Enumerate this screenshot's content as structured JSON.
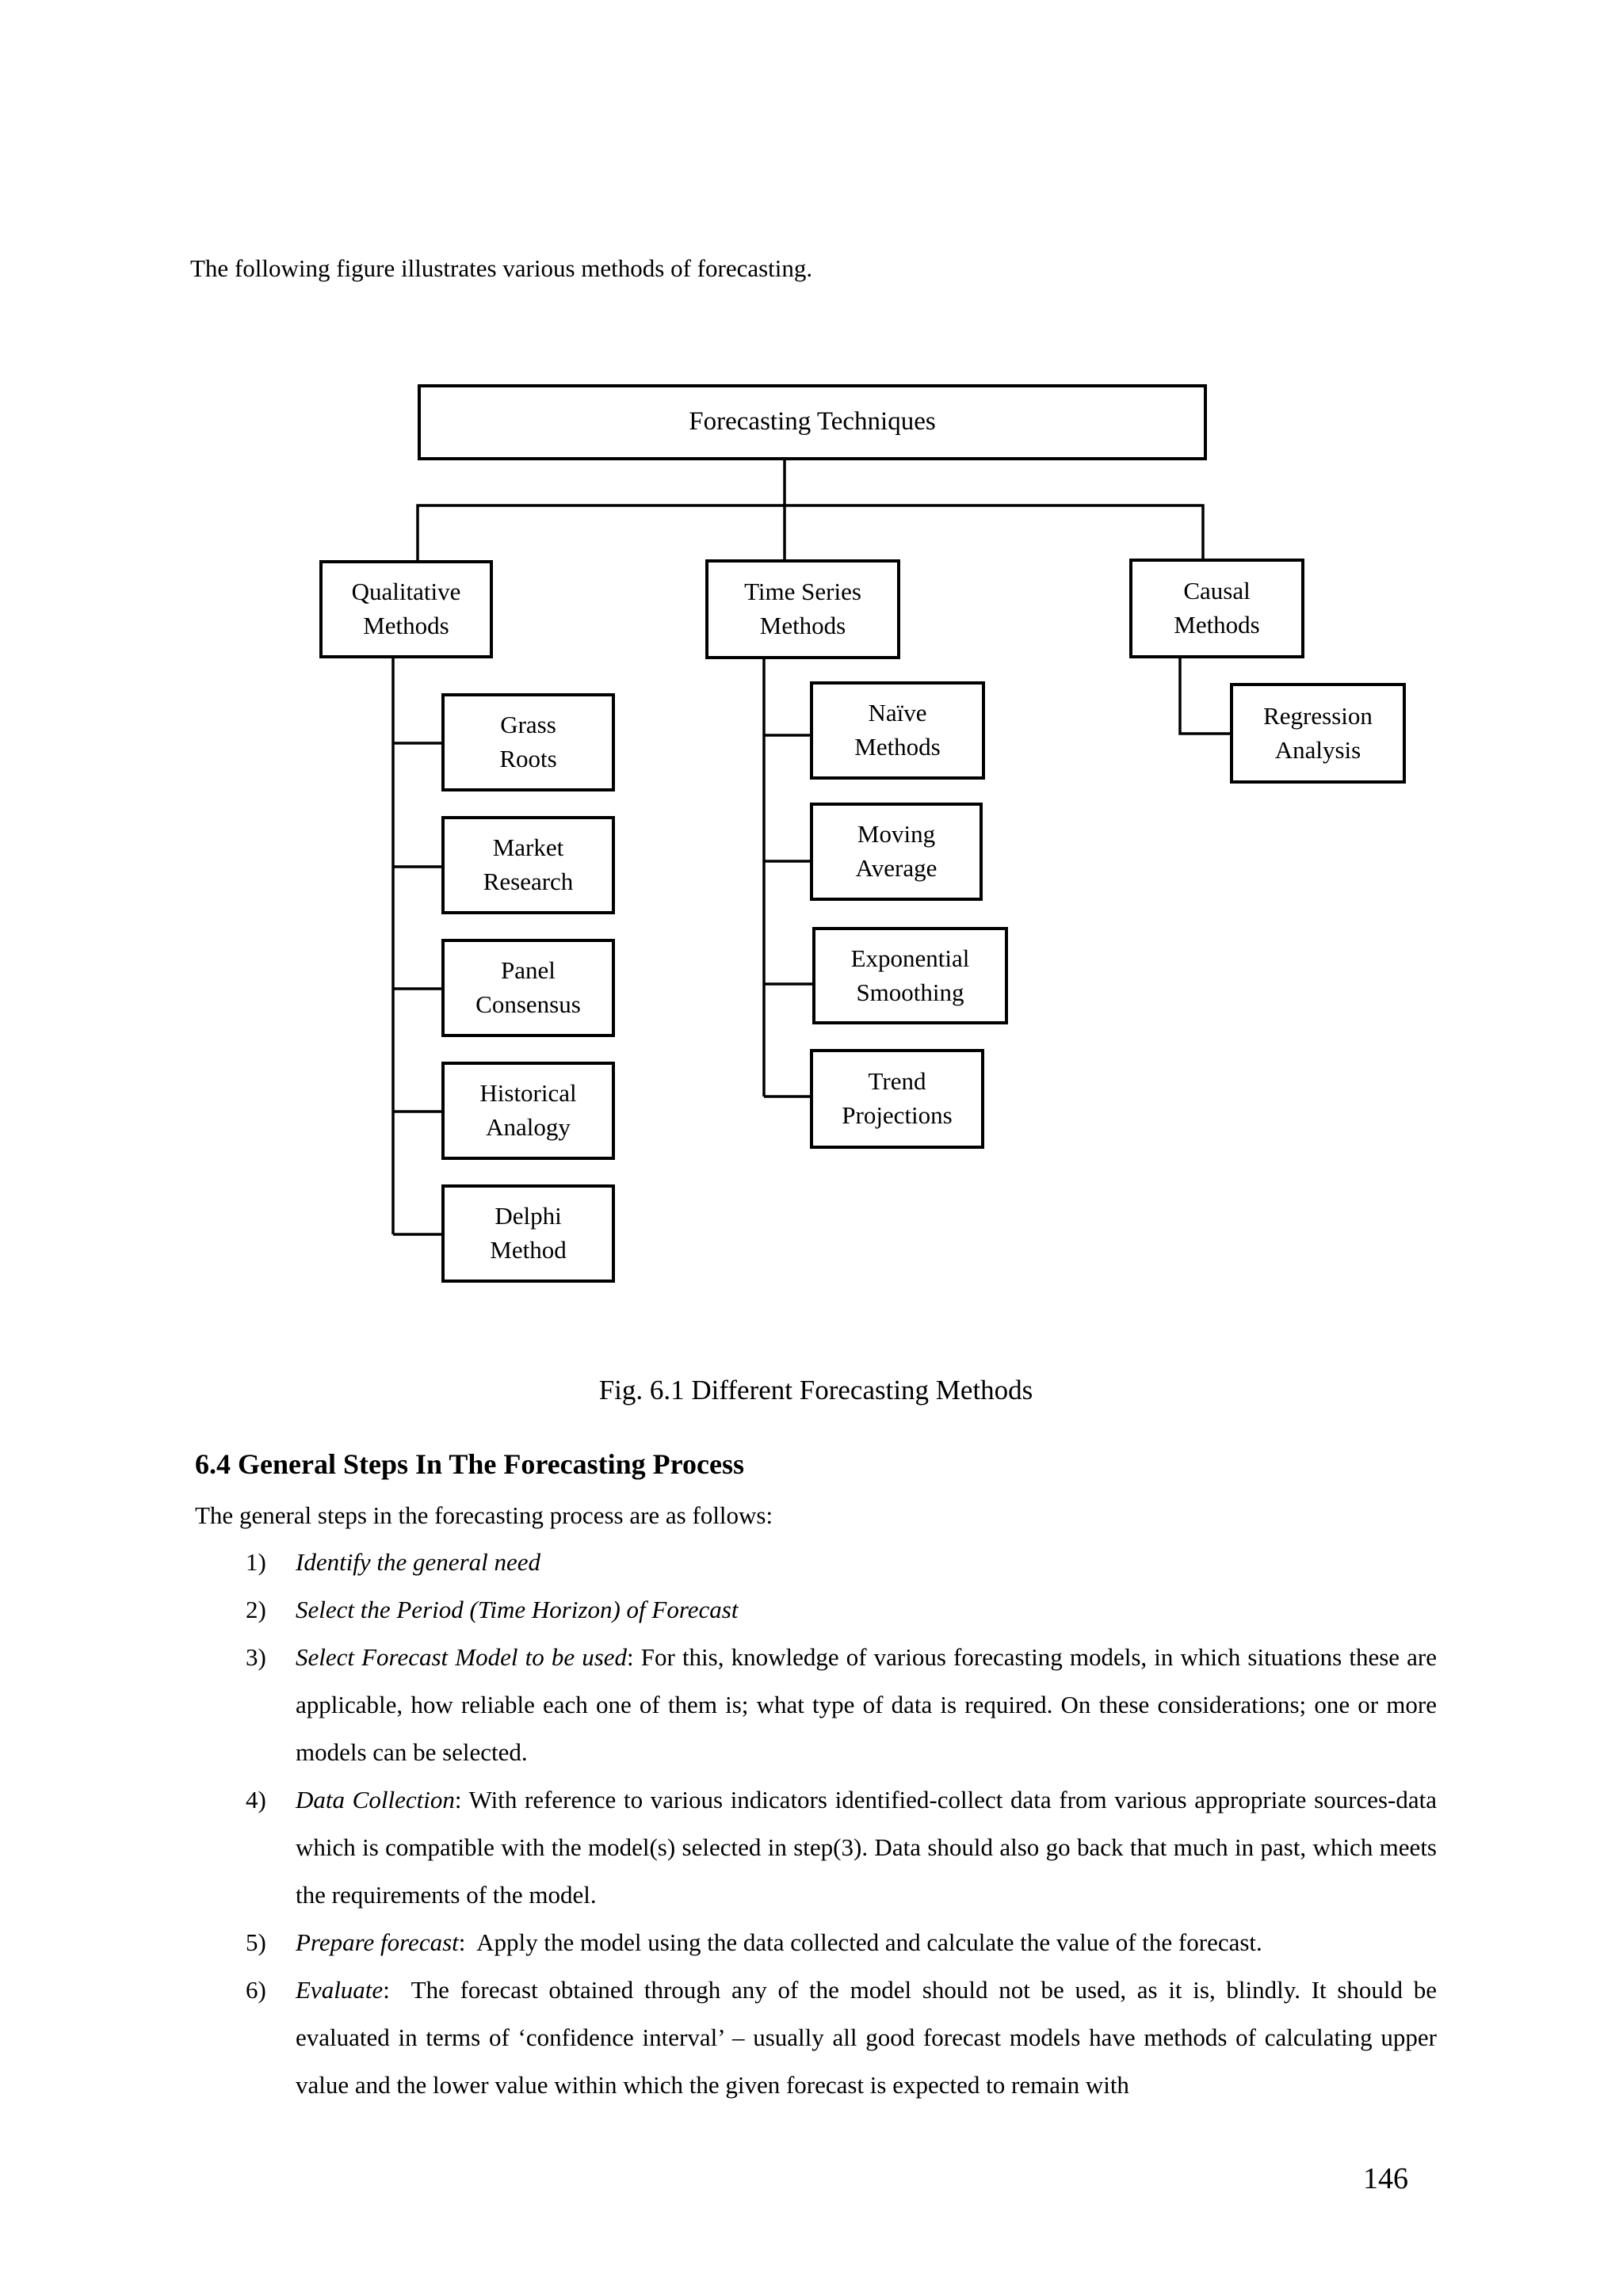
{
  "page": {
    "intro": "The following figure illustrates various methods of forecasting.",
    "figure_caption": "Fig. 6.1 Different Forecasting Methods",
    "section_heading": "6.4 General Steps In The Forecasting Process",
    "steps_lead": "The general steps in the forecasting process are as follows:",
    "page_number": "146"
  },
  "diagram": {
    "root": {
      "label": "Forecasting Techniques"
    },
    "level1": [
      {
        "label": "Qualitative\nMethods"
      },
      {
        "label": "Time Series\nMethods"
      },
      {
        "label": "Causal\nMethods"
      }
    ],
    "qualitative_children": [
      {
        "label": "Grass\nRoots"
      },
      {
        "label": "Market\nResearch"
      },
      {
        "label": "Panel\nConsensus"
      },
      {
        "label": "Historical\nAnalogy"
      },
      {
        "label": "Delphi\nMethod"
      }
    ],
    "time_series_children": [
      {
        "label": "Naïve\nMethods"
      },
      {
        "label": "Moving\nAverage"
      },
      {
        "label": "Exponential\nSmoothing"
      },
      {
        "label": "Trend\nProjections"
      }
    ],
    "causal_children": [
      {
        "label": "Regression\nAnalysis"
      }
    ]
  },
  "steps": [
    {
      "num": "1)",
      "lead": "Identify the general need",
      "rest": ""
    },
    {
      "num": "2)",
      "lead": "Select the Period (Time Horizon) of Forecast",
      "rest": ""
    },
    {
      "num": "3)",
      "lead": "Select Forecast Model to be used",
      "rest": ": For this, knowledge of various forecasting models, in which situations these are applicable, how reliable each one of them is; what type of data is required. On these considerations; one or more  models can be selected."
    },
    {
      "num": "4)",
      "lead": "Data Collection",
      "rest": ": With reference to various indicators identified-collect data from various appropriate sources-data which is compatible with the model(s) selected in step(3). Data should also go back that much in past, which meets the requirements of the model."
    },
    {
      "num": "5)",
      "lead": "Prepare forecast",
      "rest": ":  Apply the model using the data collected and calculate the value of the forecast."
    },
    {
      "num": "6)",
      "lead": "Evaluate",
      "rest": ":  The forecast obtained through any of the model should not be used, as it is, blindly. It should be evaluated in terms of ‘confidence interval’ – usually all good forecast models have methods of calculating upper value and the lower value within which the given forecast is expected to remain with"
    }
  ]
}
